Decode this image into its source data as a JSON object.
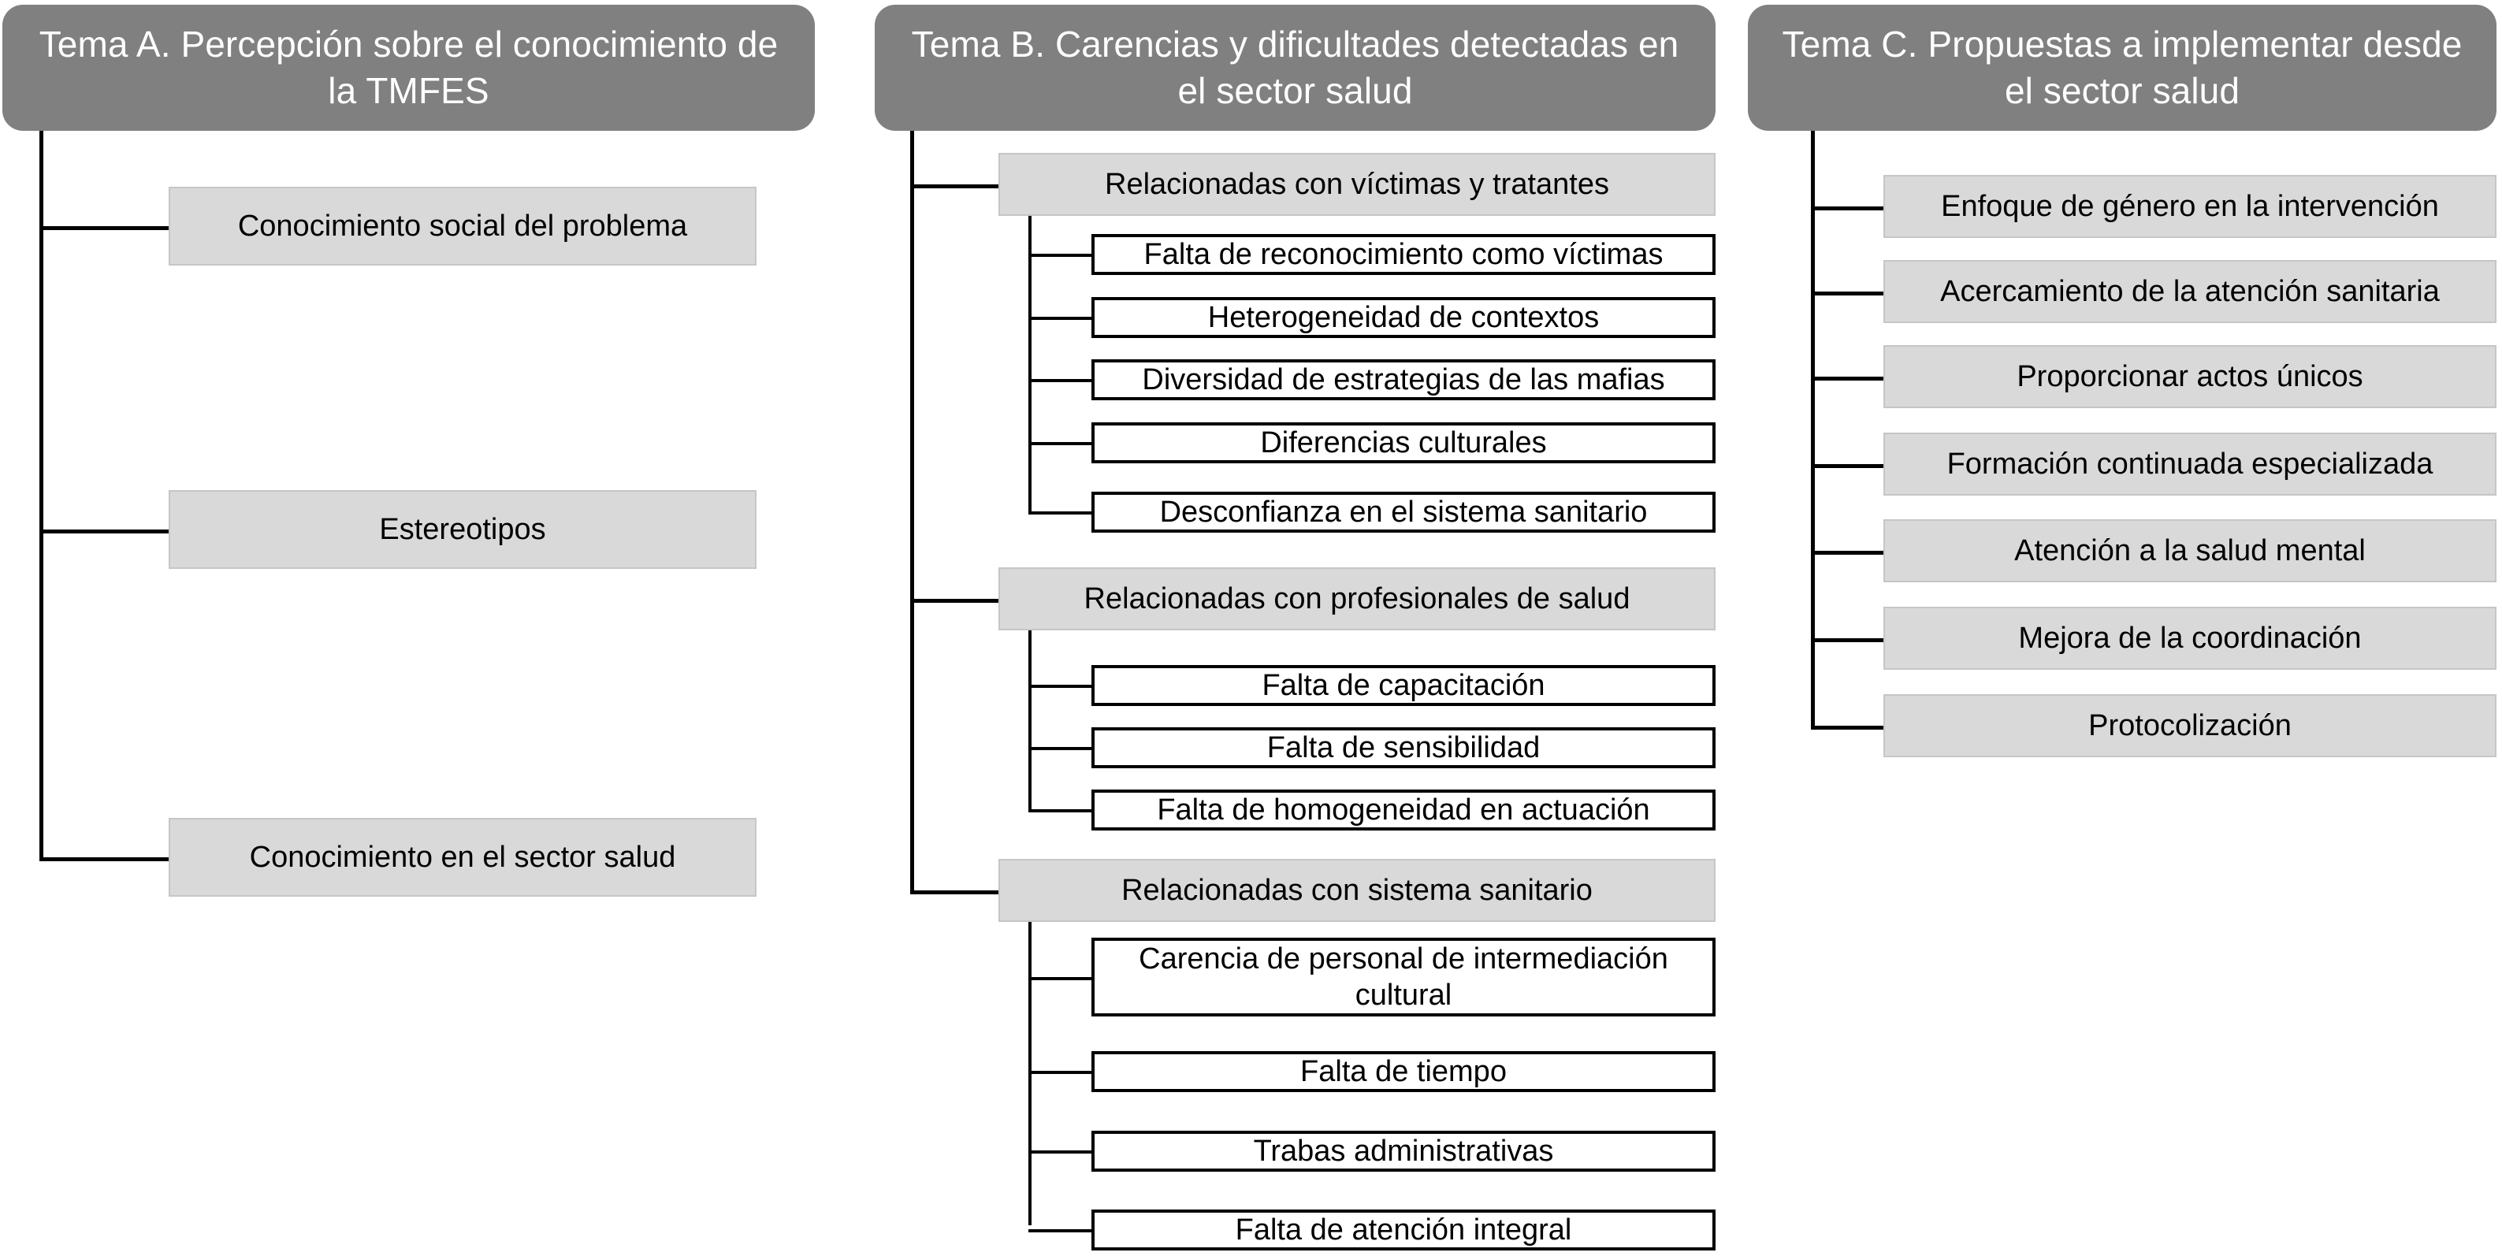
{
  "diagram": {
    "title_note": "",
    "colors": {
      "header_fill": "#808080",
      "header_text": "#ffffff",
      "category_fill": "#d9d9d9",
      "leaf_fill": "#ffffff",
      "line": "#000000"
    }
  },
  "columns": [
    {
      "id": "tema-a",
      "header": "Tema A. Percepción sobre el conocimiento de la TMFES",
      "items": [
        {
          "label": "Conocimiento social del problema"
        },
        {
          "label": "Estereotipos"
        },
        {
          "label": "Conocimiento en el sector salud"
        }
      ]
    },
    {
      "id": "tema-b",
      "header": "Tema B. Carencias y dificultades detectadas en el sector salud",
      "groups": [
        {
          "label": "Relacionadas con víctimas y tratantes",
          "items": [
            {
              "label": "Falta de reconocimiento como víctimas"
            },
            {
              "label": "Heterogeneidad de contextos"
            },
            {
              "label": "Diversidad de estrategias de las mafias"
            },
            {
              "label": "Diferencias culturales"
            },
            {
              "label": "Desconfianza en el sistema sanitario"
            }
          ]
        },
        {
          "label": "Relacionadas con profesionales de salud",
          "items": [
            {
              "label": "Falta de capacitación"
            },
            {
              "label": "Falta de sensibilidad"
            },
            {
              "label": "Falta de homogeneidad en actuación"
            }
          ]
        },
        {
          "label": "Relacionadas con sistema sanitario",
          "items": [
            {
              "label": "Carencia de personal de intermediación cultural"
            },
            {
              "label": "Falta de tiempo"
            },
            {
              "label": "Trabas administrativas"
            },
            {
              "label": "Falta de atención integral"
            }
          ]
        }
      ]
    },
    {
      "id": "tema-c",
      "header": "Tema C. Propuestas a implementar desde el sector salud",
      "items": [
        {
          "label": "Enfoque de género en la intervención"
        },
        {
          "label": "Acercamiento de la atención sanitaria"
        },
        {
          "label": "Proporcionar actos únicos"
        },
        {
          "label": "Formación continuada especializada"
        },
        {
          "label": "Atención a la salud mental"
        },
        {
          "label": "Mejora de la coordinación"
        },
        {
          "label": "Protocolización"
        }
      ]
    }
  ]
}
